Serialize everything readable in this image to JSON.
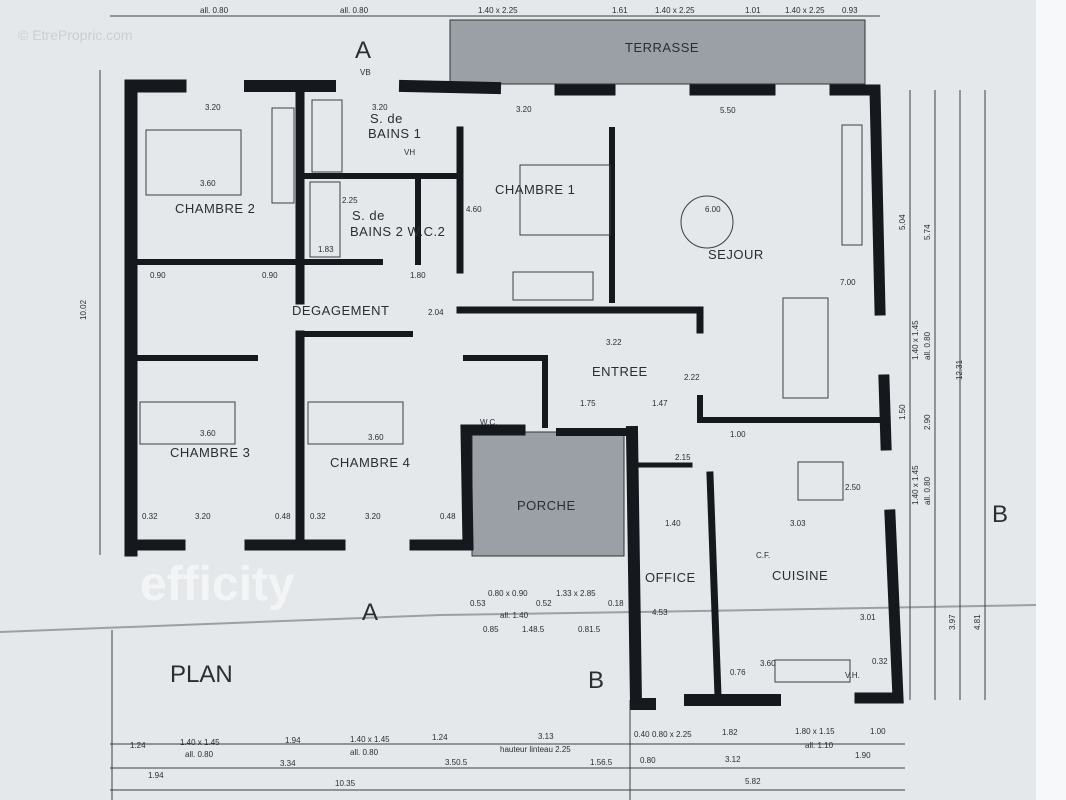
{
  "watermarks": {
    "site": "© EtrePropric.com",
    "agency": "efficity"
  },
  "plan_title": "PLAN",
  "section_marks": {
    "a_top": "A",
    "a_bottom": "A",
    "b_right": "B",
    "b_bottom": "B"
  },
  "rooms": [
    {
      "label": "CHAMBRE 2"
    },
    {
      "label": "S. de"
    },
    {
      "label": "BAINS 1"
    },
    {
      "label": "S. de"
    },
    {
      "label": "BAINS 2  W.C.2"
    },
    {
      "label": "CHAMBRE 1"
    },
    {
      "label": "SEJOUR"
    },
    {
      "label": "DEGAGEMENT"
    },
    {
      "label": "ENTREE"
    },
    {
      "label": "CHAMBRE 3"
    },
    {
      "label": "CHAMBRE 4"
    },
    {
      "label": "PORCHE"
    },
    {
      "label": "OFFICE"
    },
    {
      "label": "CUISINE"
    },
    {
      "label": "W.C."
    },
    {
      "label": "TERRASSE"
    }
  ],
  "dimensions": {
    "top": [
      "all. 0.80",
      "all. 0.80",
      "1.40 x 2.25",
      "1.61",
      "1.40 x 2.25",
      "1.01",
      "1.40 x 2.25",
      "0.93"
    ],
    "interior": [
      "3.20",
      "3.20",
      "3.20",
      "5.50",
      "3.60",
      "4.60",
      "6.00",
      "7.00",
      "2.25",
      "1.83",
      "0.90",
      "0.90",
      "1.80",
      "2.04",
      "3.22",
      "2.22",
      "1.75",
      "1.47",
      "3.60",
      "3.60",
      "3.20",
      "3.20",
      "0.32",
      "0.48",
      "0.32",
      "0.48",
      "2.15",
      "1.00",
      "3.03",
      "2.50",
      "1.40",
      "3.60",
      "0.32",
      "4.53",
      "3.01",
      "0.76",
      "VB",
      "VH",
      "C.F.",
      "V.H."
    ],
    "left": "10.02",
    "right": [
      "5.04",
      "5.74",
      "1.50",
      "2.90",
      "3.97",
      "4.81",
      "12.31",
      "1.40 x 1.45",
      "all. 0.80",
      "1.40 x 1.45",
      "all. 0.80"
    ],
    "bottom_row1": [
      "1.24",
      "1.40 x 1.45",
      "1.94",
      "1.40 x 1.45",
      "1.24",
      "3.13",
      "0.40",
      "0.80 x 2.25",
      "1.82",
      "1.80 x 1.15",
      "1.00"
    ],
    "bottom_row1_sub": [
      "all. 0.80",
      "all. 0.80",
      "hauteur linteau 2.25",
      "all. 1.10"
    ],
    "bottom_row2": [
      "1.94",
      "3.34",
      "3.50.5",
      "1.56.5",
      "0.80",
      "3.12",
      "1.90"
    ],
    "bottom_row3": [
      "10.35",
      "5.82"
    ],
    "porch": [
      "0.53",
      "0.80 x 0.90",
      "0.52",
      "1.33 x 2.85",
      "0.18",
      "all. 1.40",
      "0.85",
      "1.48.5",
      "0.81.5"
    ]
  }
}
